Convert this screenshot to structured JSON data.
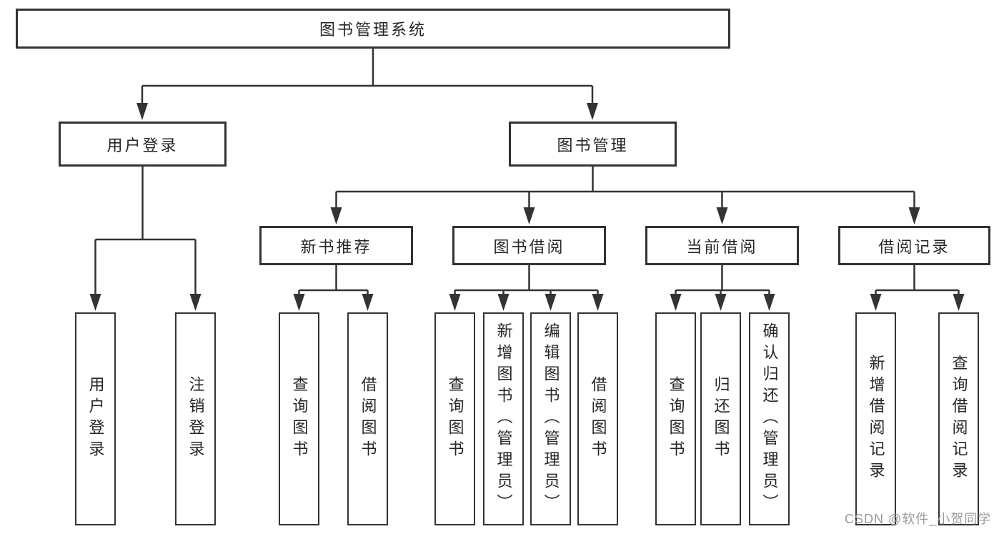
{
  "colors": {
    "line": "#333333",
    "box_border": "#333333",
    "box_fill": "#ffffff",
    "text": "#262626",
    "watermark": "#9b9b9b",
    "background": "#ffffff"
  },
  "chart_data": {
    "type": "table",
    "title": "图书管理系统",
    "structure": "hierarchy"
  },
  "tree": {
    "root": {
      "label": "图书管理系统"
    },
    "branches": [
      {
        "label": "用户登录",
        "children": [
          {
            "label": "用户登录"
          },
          {
            "label": "注销登录"
          }
        ]
      },
      {
        "label": "图书管理",
        "sections": [
          {
            "label": "新书推荐",
            "children": [
              {
                "label": "查询图书"
              },
              {
                "label": "借阅图书"
              }
            ]
          },
          {
            "label": "图书借阅",
            "children": [
              {
                "label": "查询图书"
              },
              {
                "label": "新增图书（管理员）"
              },
              {
                "label": "编辑图书（管理员）"
              },
              {
                "label": "借阅图书"
              }
            ]
          },
          {
            "label": "当前借阅",
            "children": [
              {
                "label": "查询图书"
              },
              {
                "label": "归还图书"
              },
              {
                "label": "确认归还（管理员）"
              }
            ]
          },
          {
            "label": "借阅记录",
            "children": [
              {
                "label": "新增借阅记录"
              },
              {
                "label": "查询借阅记录"
              }
            ]
          }
        ]
      }
    ]
  },
  "watermark": {
    "text": "CSDN @软件_小贺同学"
  }
}
